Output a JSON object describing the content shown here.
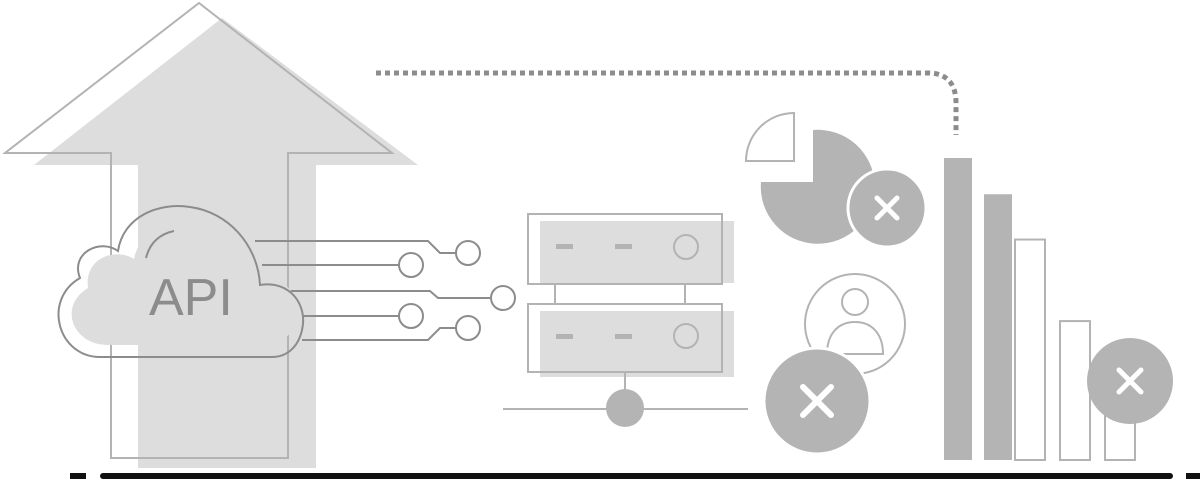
{
  "cloud": {
    "label": "API"
  },
  "colors": {
    "background": "#ffffff",
    "shape_fill": "#dddddd",
    "mark_fill": "#b4b4b4",
    "outline": "#b3b3b3",
    "dark_outline": "#8c8c8c",
    "icon_white": "#ffffff",
    "baseline": "#111111"
  },
  "icons": {
    "upload_arrow": "upload-arrow-icon",
    "cloud": "cloud-icon",
    "server": "server-rack-icon",
    "pie": "pie-chart-icon",
    "user": "user-icon",
    "error": "error-x-icon",
    "bars": "bar-chart-icon"
  },
  "bar_chart": {
    "filled_levels": [
      1.0,
      0.88
    ],
    "outline_levels": [
      0.73,
      0.46,
      0.15
    ]
  }
}
